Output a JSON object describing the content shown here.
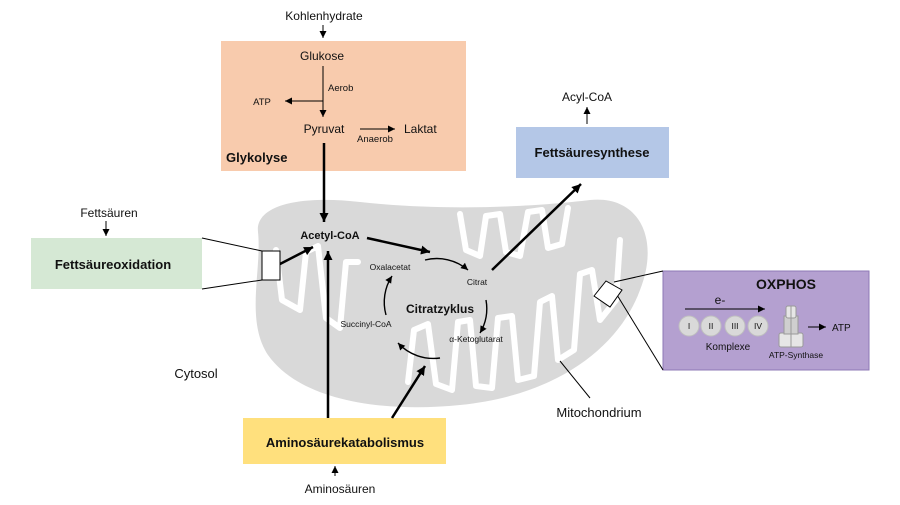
{
  "labels": {
    "kohlenhydrate": "Kohlenhydrate",
    "glukose": "Glukose",
    "aerob": "Aerob",
    "atp_glyco": "ATP",
    "pyruvat": "Pyruvat",
    "laktat": "Laktat",
    "anaerob": "Anaerob",
    "glykolyse": "Glykolyse",
    "acyl_coa": "Acyl-CoA",
    "fettsaeuresynthese": "Fettsäuresynthese",
    "fettsaeuren": "Fettsäuren",
    "fettsaeureoxidation": "Fettsäureoxidation",
    "acetyl_coa": "Acetyl-CoA",
    "oxalacetat": "Oxalacetat",
    "citrat": "Citrat",
    "citratzyklus": "Citratzyklus",
    "succinyl_coa": "Succinyl-CoA",
    "ketoglutarat": "α-Ketoglutarat",
    "cytosol": "Cytosol",
    "mitochondrium": "Mitochondrium",
    "aminosaeurekatabolismus": "Aminosäurekatabolismus",
    "aminosaeuren": "Aminosäuren",
    "oxphos": "OXPHOS",
    "electron": "e-",
    "komplex_1": "I",
    "komplex_2": "II",
    "komplex_3": "III",
    "komplex_4": "IV",
    "komplexe": "Komplexe",
    "atp_synthase": "ATP-Synthase",
    "atp_oxphos": "ATP"
  },
  "colors": {
    "glykolyse": "#f8cbad",
    "fettsaeuresynthese": "#b4c7e7",
    "fettsaeureoxidation": "#d5e8d4",
    "aminosaeurekatabolismus": "#ffe07d",
    "oxphos": "#b4a0d0",
    "mitochondrion": "#d9d9d9",
    "complex_circle": "#d9d9d9",
    "arrow": "#000000"
  }
}
